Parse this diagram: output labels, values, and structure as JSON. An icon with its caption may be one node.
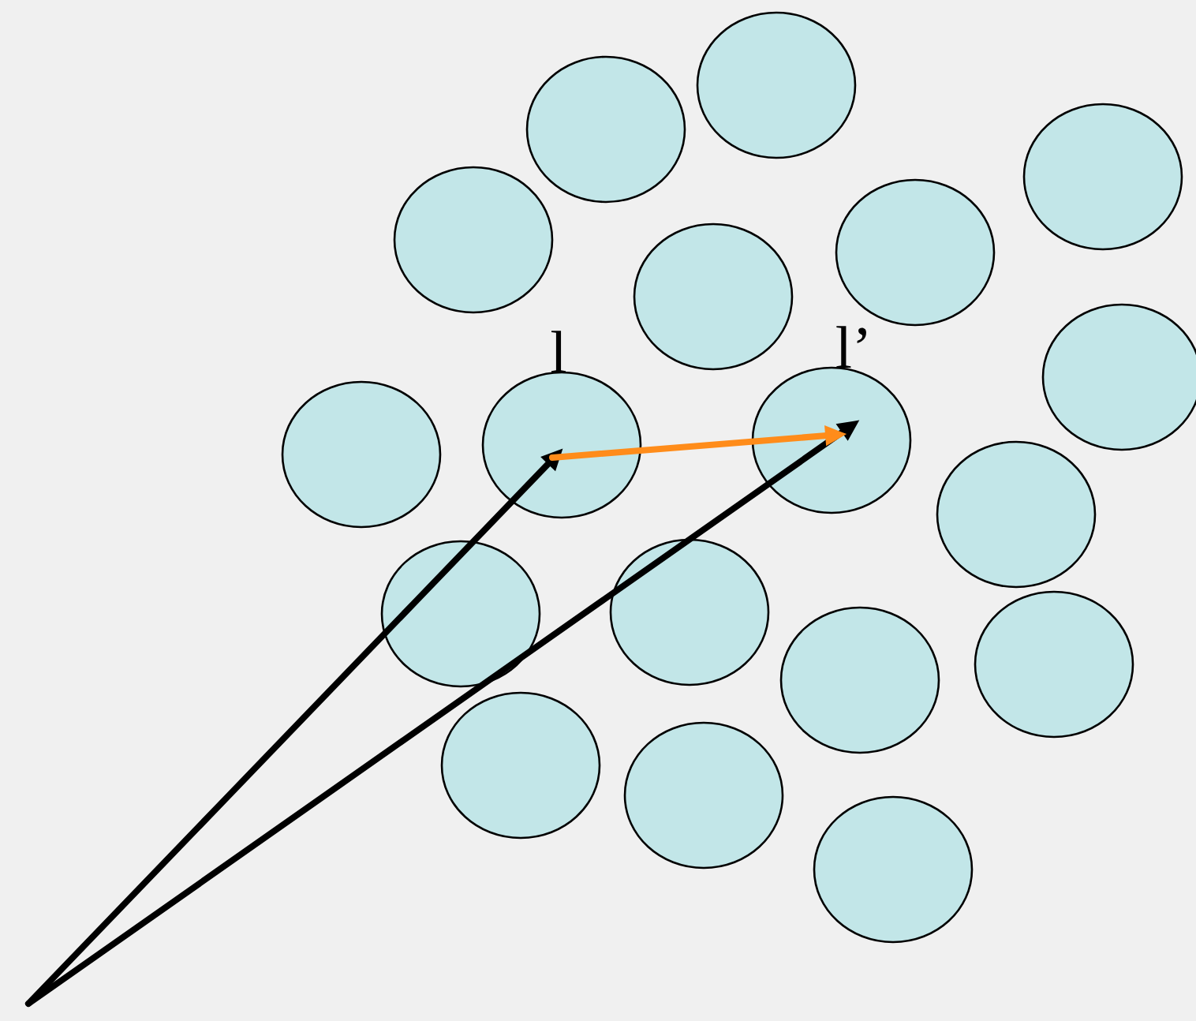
{
  "diagram": {
    "nodes": [
      {
        "text": [],
        "shape": "circle"
      },
      {
        "text": [],
        "shape": "circle"
      },
      {
        "text": [],
        "shape": "circle"
      },
      {
        "text": [],
        "shape": "circle"
      },
      {
        "text": [],
        "shape": "circle"
      },
      {
        "text": [],
        "shape": "circle"
      },
      {
        "text": [],
        "shape": "circle"
      },
      {
        "text": [],
        "shape": "circle"
      },
      {
        "text": [],
        "shape": "circle",
        "beside": [
          "l"
        ]
      },
      {
        "text": [],
        "shape": "circle",
        "beside": [
          "l’"
        ]
      },
      {
        "text": [],
        "shape": "circle"
      },
      {
        "text": [],
        "shape": "circle"
      },
      {
        "text": [],
        "shape": "circle"
      },
      {
        "text": [],
        "shape": "circle"
      },
      {
        "text": [],
        "shape": "circle"
      },
      {
        "text": [],
        "shape": "circle"
      },
      {
        "text": [],
        "shape": "circle"
      },
      {
        "text": [],
        "shape": "circle"
      }
    ],
    "edges": [
      {
        "from": null,
        "to": 8,
        "arrow": "to"
      },
      {
        "from": null,
        "to": 9,
        "arrow": "to"
      },
      {
        "from": 8,
        "to": 9,
        "arrow": "to",
        "color": "#ff8c1a"
      }
    ]
  }
}
